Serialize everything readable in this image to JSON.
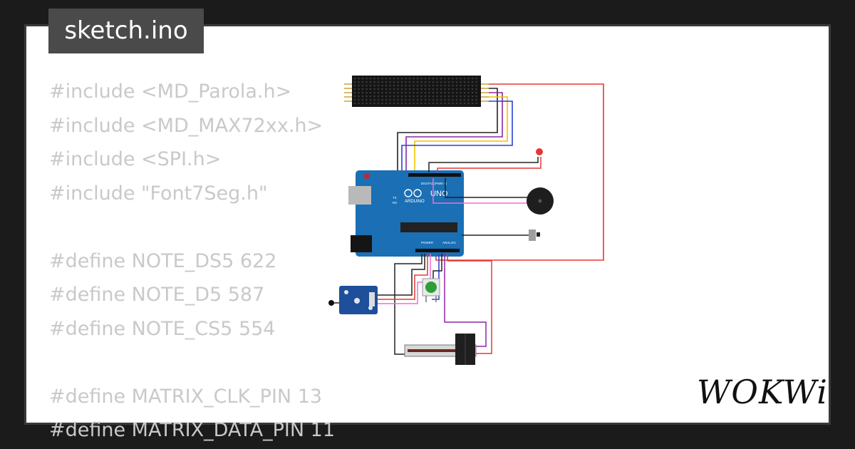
{
  "file": {
    "name": "sketch.ino"
  },
  "code_lines": [
    "#include <MD_Parola.h>",
    "#include <MD_MAX72xx.h>",
    "#include <SPI.h>",
    "#include \"Font7Seg.h\"",
    "",
    "#define NOTE_DS5 622",
    "#define NOTE_D5 587",
    "#define NOTE_CS5 554",
    "",
    "#define MATRIX_CLK_PIN 13",
    "#define MATRIX_DATA_PIN 11"
  ],
  "board": {
    "name": "UNO",
    "brand": "ARDUINO",
    "digital_label": "DIGITAL (PWM ~)",
    "power_label": "POWER",
    "analog_label": "ANALOG",
    "tx": "TX",
    "rx": "RX"
  },
  "brand": {
    "logo": "WOKWi"
  },
  "colors": {
    "code_text": "#c9c9c9",
    "board_blue": "#1a6fb5",
    "wire_red": "#e53935",
    "wire_black": "#222222",
    "wire_yellow": "#f2c200",
    "wire_purple": "#8e24aa",
    "wire_blue": "#2a3fd6",
    "wire_pink": "#f06fd8"
  }
}
